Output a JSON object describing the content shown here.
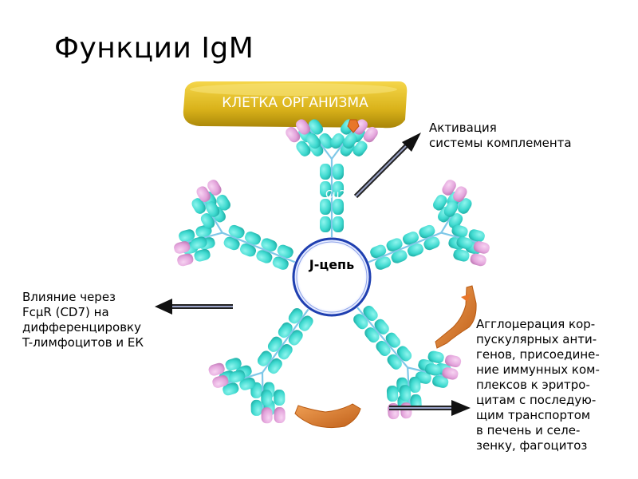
{
  "title": "Функции IgM",
  "cell_label": "КЛЕТКА ОРГАНИЗМА",
  "domain_label": "Cμ2",
  "center_label": "J-цепь",
  "activation": [
    "Активация",
    "системы комплемента"
  ],
  "influence": [
    "Влияние через",
    "FcμR (CD7) на",
    "дифференцировку",
    "T-лимфоцитов и ЕК"
  ],
  "agglomeration": [
    "Агглομерация кор-",
    "пускулярных анти-",
    "генов, присоедине-",
    "ние иммунных ком-",
    "плексов к эритро-",
    "цитам с последую-",
    "щим транспортом",
    "в печень и селе-",
    "зенку, фагоцитоз"
  ],
  "colors": {
    "heavy_chain": "#3ed9cf",
    "light_chain": "#e3a3db",
    "cell": "#d9b21a",
    "antigen": "#d97a2b",
    "j_chain_ring": "#1f3fb0",
    "link": "#7fc8e8"
  }
}
